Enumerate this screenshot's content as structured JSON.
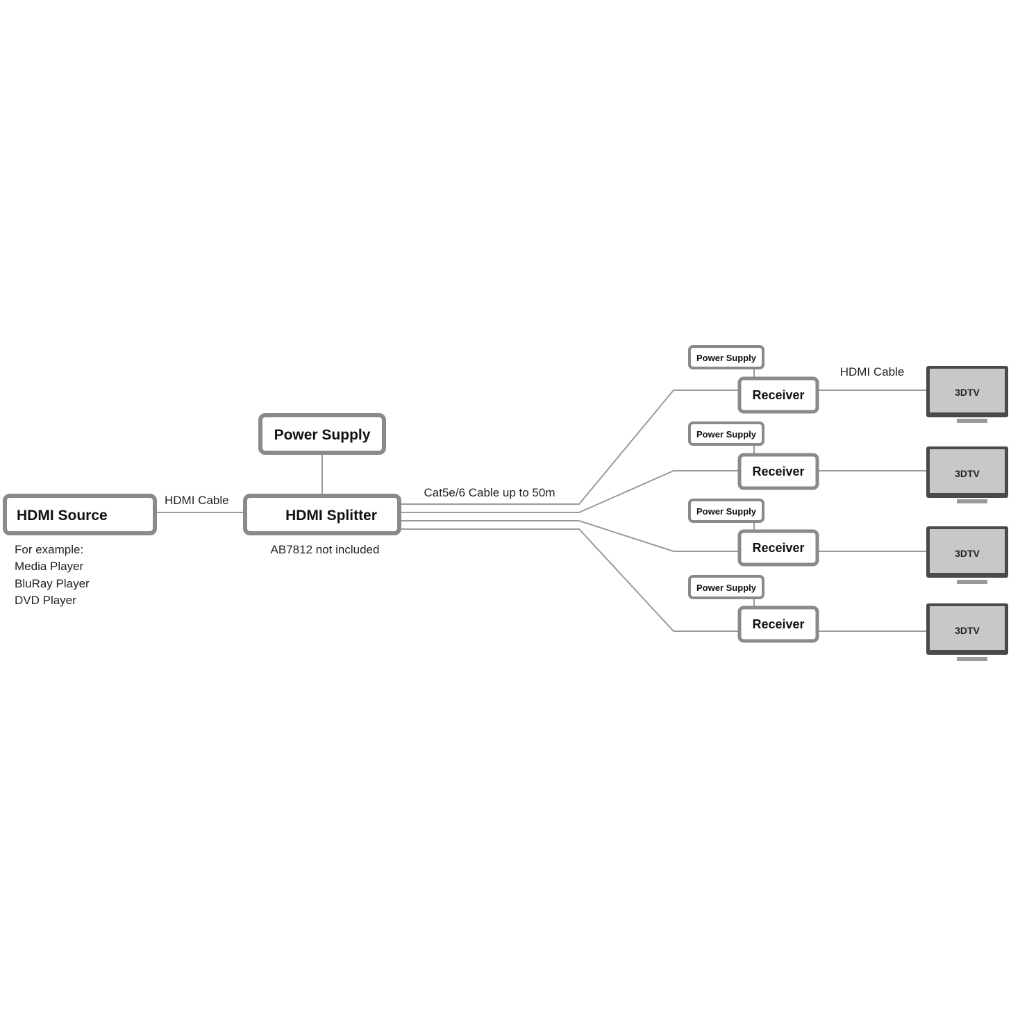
{
  "colors": {
    "box_border": "#8a8a8a",
    "line": "#9a9a9a",
    "tv_frame": "#4a4a4a",
    "tv_screen": "#c8c8c8",
    "tv_stand": "#9a9a9a"
  },
  "source": {
    "label": "HDMI Source",
    "examples": [
      "For example:",
      "Media Player",
      "BluRay Player",
      "DVD Player"
    ]
  },
  "source_cable_label": "HDMI Cable",
  "splitter": {
    "label": "HDMI Splitter",
    "note": "AB7812 not included",
    "power_supply_label": "Power Supply"
  },
  "cat_cable_label": "Cat5e/6 Cable up to 50m",
  "output_cable_label": "HDMI Cable",
  "outputs": [
    {
      "power_supply": "Power Supply",
      "receiver": "Receiver",
      "display": "3DTV"
    },
    {
      "power_supply": "Power Supply",
      "receiver": "Receiver",
      "display": "3DTV"
    },
    {
      "power_supply": "Power Supply",
      "receiver": "Receiver",
      "display": "3DTV"
    },
    {
      "power_supply": "Power Supply",
      "receiver": "Receiver",
      "display": "3DTV"
    }
  ]
}
